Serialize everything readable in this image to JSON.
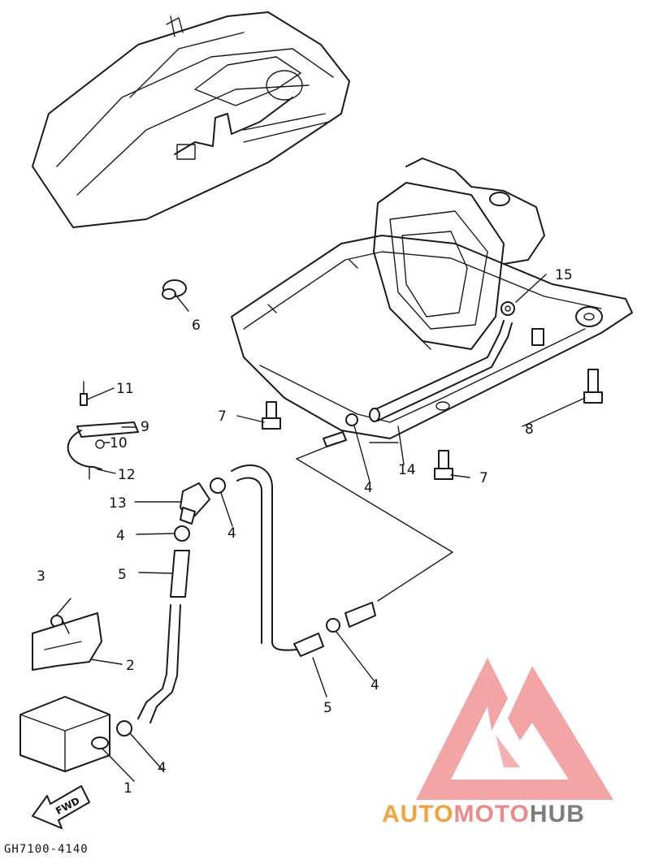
{
  "diagram": {
    "drawing_code": "GH7100-4140",
    "direction_arrow": "FWD",
    "callouts": {
      "c1": "1",
      "c2": "2",
      "c3": "3",
      "c4a": "4",
      "c4b": "4",
      "c4c": "4",
      "c4d": "4",
      "c4e": "4",
      "c5a": "5",
      "c5b": "5",
      "c6": "6",
      "c7a": "7",
      "c7b": "7",
      "c8": "8",
      "c9": "9",
      "c10": "10",
      "c11": "11",
      "c12": "12",
      "c13": "13",
      "c14": "14",
      "c15": "15"
    }
  },
  "watermark": {
    "word_part1": "AUTO",
    "word_part2": "MOTO",
    "word_part3": "HUB",
    "colors": {
      "primary": "#f08a8a",
      "secondary": "#f6a23c",
      "tertiary": "#7d7d7d"
    }
  }
}
